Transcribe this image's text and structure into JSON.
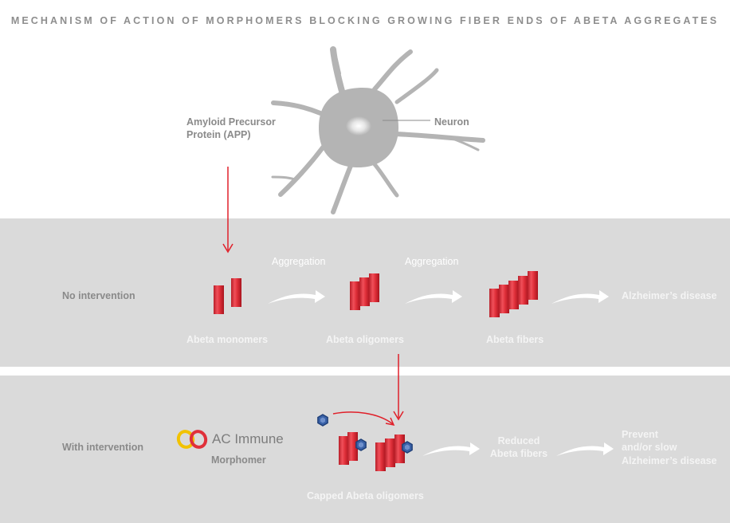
{
  "title": "MECHANISM OF ACTION OF MORPHOMERS BLOCKING GROWING FIBER ENDS OF ABETA AGGREGATES",
  "top": {
    "app_label_line1": "Amyloid Precursor",
    "app_label_line2": "Protein (APP)",
    "neuron_label": "Neuron"
  },
  "row_no_intervention": {
    "row_label": "No intervention",
    "aggregation_1": "Aggregation",
    "aggregation_2": "Aggregation",
    "monomers_label": "Abeta monomers",
    "oligomers_label": "Abeta oligomers",
    "fibers_label": "Abeta fibers",
    "outcome_label": "Alzheimer’s disease"
  },
  "row_with_intervention": {
    "row_label": "With intervention",
    "logo_text": "AC Immune",
    "morphomer_label": "Morphomer",
    "capped_label": "Capped Abeta oligomers",
    "reduced_line1": "Reduced",
    "reduced_line2": "Abeta fibers",
    "prevent_line1": "Prevent",
    "prevent_line2": "and/or slow",
    "prevent_line3": "Alzheimer’s disease"
  },
  "colors": {
    "band": "#dadada",
    "fiber_red": "#e0303a",
    "arrow_red": "#e0202a",
    "morphomer_blue": "#3a62a8",
    "neuron_gray": "#b4b4b4",
    "logo_red": "#e0303a",
    "logo_yellow": "#f2c200"
  }
}
